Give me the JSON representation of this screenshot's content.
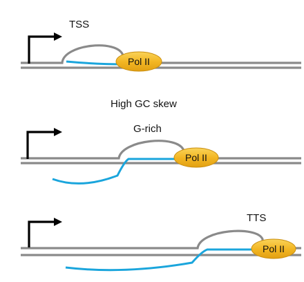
{
  "labels": {
    "tss": "TSS",
    "gc_skew": "High GC skew",
    "g_rich": "G-rich",
    "tts": "TTS"
  },
  "polymerase_label": "Pol II",
  "colors": {
    "dna": "#8a8a8a",
    "rna": "#1aa5dc",
    "arrow": "#000000",
    "pol_fill": "#f3b724",
    "pol_stroke": "#c98e10"
  },
  "icons": [
    "promoter-arrow-icon",
    "polymerase-icon"
  ]
}
